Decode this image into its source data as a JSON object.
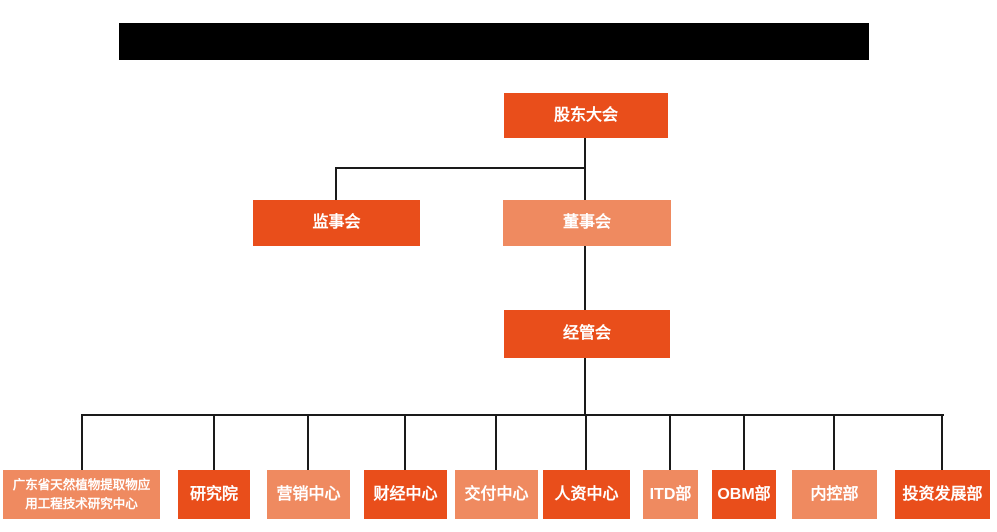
{
  "colors": {
    "background": "#ffffff",
    "header_bar": "#000000",
    "primary": "#e94e1b",
    "secondary": "#ef8a60",
    "line": "#1a1a1a",
    "node_text": "#ffffff"
  },
  "org_chart": {
    "root": {
      "label": "股东大会",
      "variant": "primary"
    },
    "level2": [
      {
        "label": "监事会",
        "variant": "primary"
      },
      {
        "label": "董事会",
        "variant": "secondary"
      }
    ],
    "level3": {
      "label": "经管会",
      "variant": "primary"
    },
    "departments": [
      {
        "label": "广东省天然植物提取物应用工程技术研究中心",
        "variant": "secondary"
      },
      {
        "label": "研究院",
        "variant": "primary"
      },
      {
        "label": "营销中心",
        "variant": "secondary"
      },
      {
        "label": "财经中心",
        "variant": "primary"
      },
      {
        "label": "交付中心",
        "variant": "secondary"
      },
      {
        "label": "人资中心",
        "variant": "primary"
      },
      {
        "label": "ITD部",
        "variant": "secondary"
      },
      {
        "label": "OBM部",
        "variant": "primary"
      },
      {
        "label": "内控部",
        "variant": "secondary"
      },
      {
        "label": "投资发展部",
        "variant": "primary"
      }
    ]
  }
}
